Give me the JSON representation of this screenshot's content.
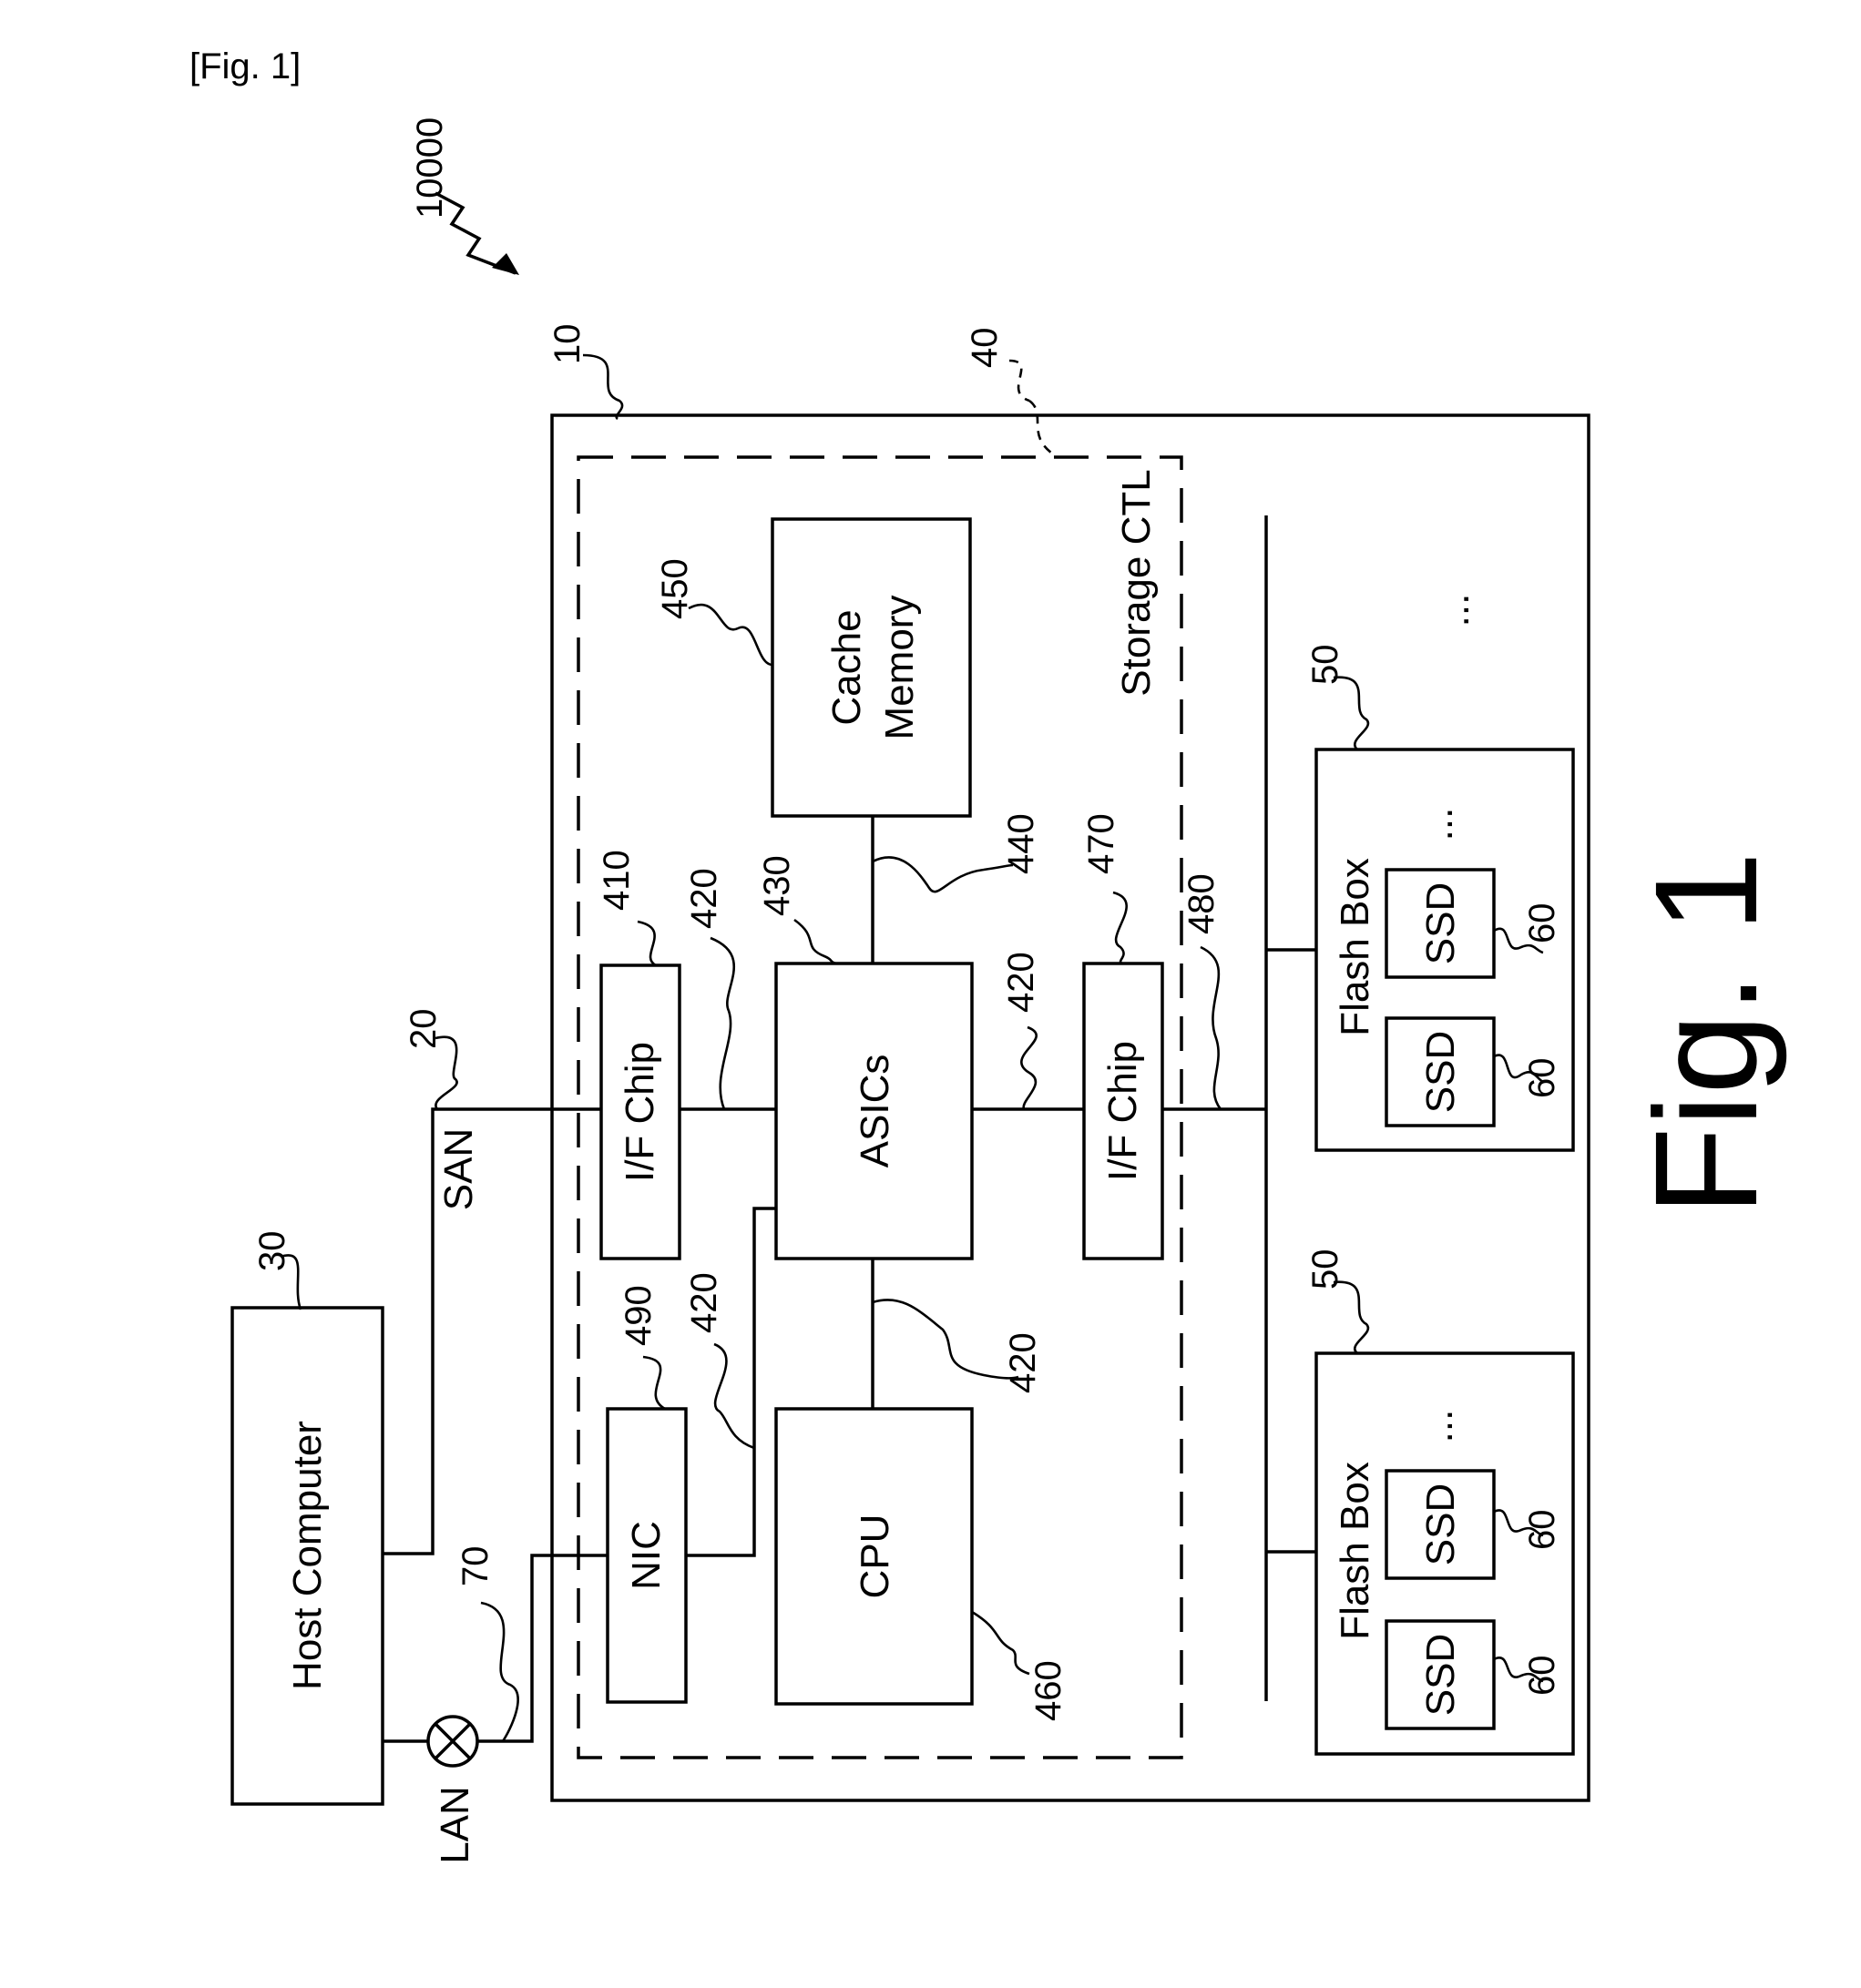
{
  "figure_header": "[Fig. 1]",
  "figure_caption": "Fig. 1",
  "system_ref": "10000",
  "host_computer": {
    "label": "Host Computer",
    "ref": "30"
  },
  "san": {
    "label": "SAN",
    "ref": "20"
  },
  "lan": {
    "label": "LAN",
    "ref": "70"
  },
  "storage_system": {
    "ref": "10"
  },
  "storage_ctl": {
    "label": "Storage CTL",
    "ref": "40",
    "host_if_chip": {
      "label": "I/F Chip",
      "ref": "410"
    },
    "nic": {
      "label": "NIC",
      "ref": "490"
    },
    "asics": {
      "label": "ASICs",
      "ref": "430"
    },
    "cpu": {
      "label": "CPU",
      "ref": "460"
    },
    "cache_memory": {
      "label_line1": "Cache",
      "label_line2": "Memory",
      "ref": "450"
    },
    "disk_if_chip": {
      "label": "I/F Chip",
      "ref": "470"
    },
    "bus_refs": [
      "420",
      "420",
      "420",
      "420"
    ],
    "cache_bus_ref": "440"
  },
  "backend_bus_ref": "480",
  "ellipsis": "...",
  "flash_boxes": [
    {
      "label": "Flash Box",
      "ref": "50",
      "ssds": [
        {
          "label": "SSD",
          "ref": "60"
        },
        {
          "label": "SSD",
          "ref": "60"
        }
      ]
    },
    {
      "label": "Flash Box",
      "ref": "50",
      "ssds": [
        {
          "label": "SSD",
          "ref": "60"
        },
        {
          "label": "SSD",
          "ref": "60"
        }
      ]
    }
  ]
}
